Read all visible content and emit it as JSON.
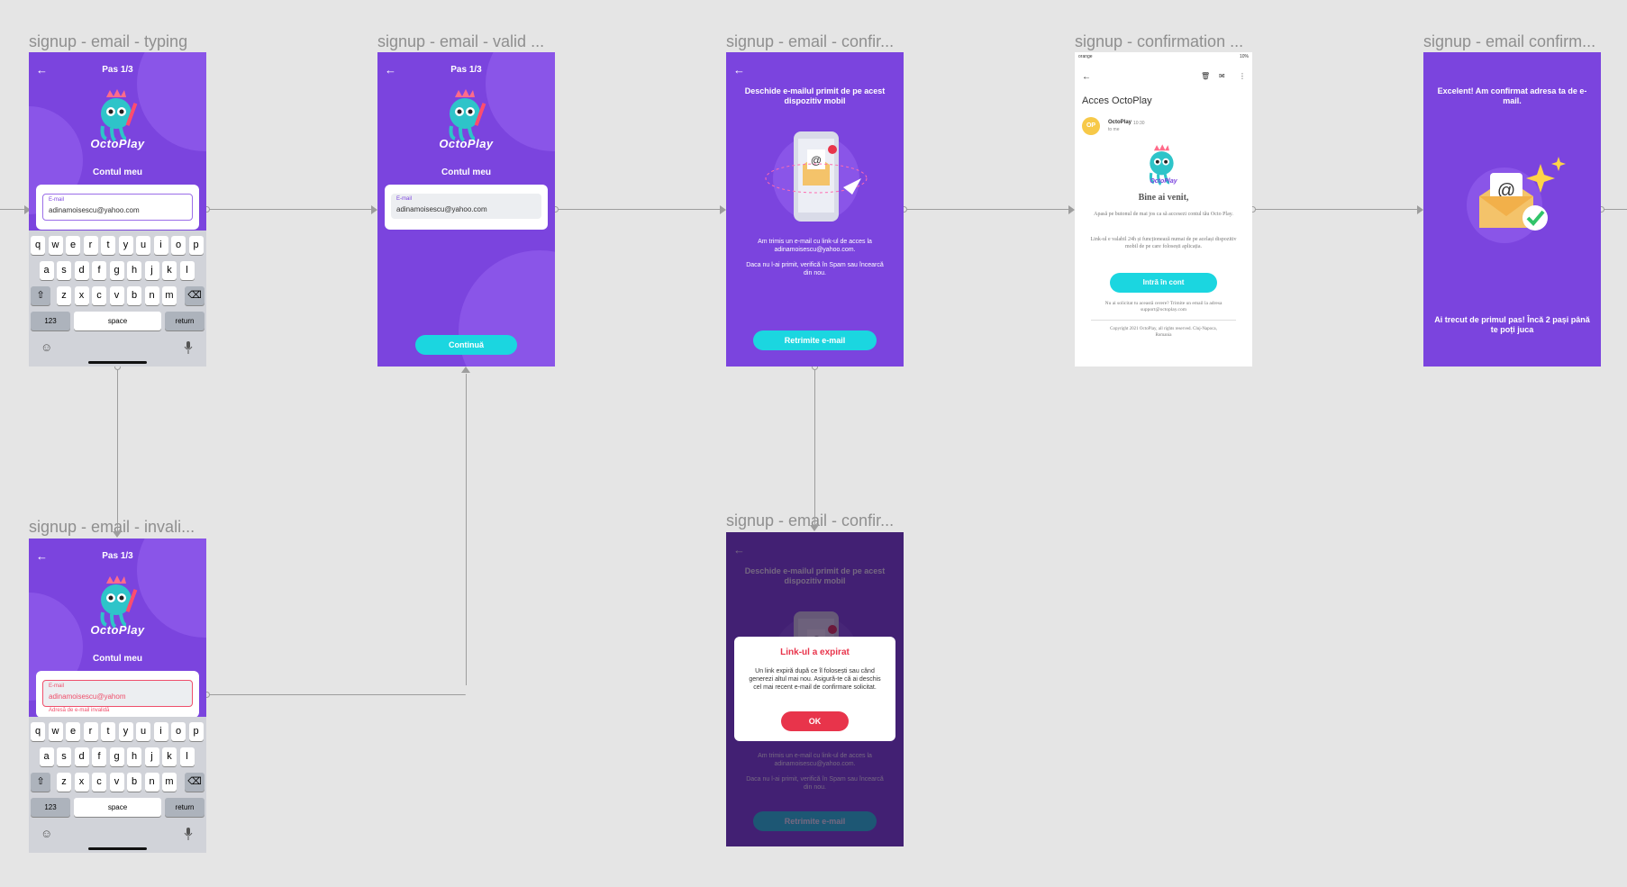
{
  "frames": {
    "typing": "signup - email - typing",
    "valid": "signup - email - valid ...",
    "confirm1": "signup - email - confir...",
    "confirmation": "signup - confirmation ...",
    "confirmed": "signup - email confirm...",
    "invalid": "signup - email - invali...",
    "confirm2": "signup - email - confir..."
  },
  "signup": {
    "step": "Pas 1/3",
    "logo": "OctoPlay",
    "section": "Contul meu",
    "email_label": "E-mail",
    "email_value": "adinamoisescu@yahoo.com",
    "email_invalid_value": "adinamoisescu@yahom",
    "error": "Adresă de e-mail invalidă",
    "continue": "Continuă"
  },
  "keyboard": {
    "row1": [
      "q",
      "w",
      "e",
      "r",
      "t",
      "y",
      "u",
      "i",
      "o",
      "p"
    ],
    "row2": [
      "a",
      "s",
      "d",
      "f",
      "g",
      "h",
      "j",
      "k",
      "l"
    ],
    "row3": [
      "z",
      "x",
      "c",
      "v",
      "b",
      "n",
      "m"
    ],
    "num": "123",
    "space": "space",
    "return": "return"
  },
  "confirm": {
    "headline": "Deschide e-mailul primit de pe acest dispozitiv mobil",
    "sent": "Am trimis un e-mail cu link-ul de acces la adinamoisescu@yahoo.com.",
    "spam": "Daca nu l-ai primit, verifică în Spam sau încearcă din nou.",
    "resend": "Retrimite e-mail"
  },
  "modal": {
    "title": "Link-ul a expirat",
    "body": "Un link expiră după ce îl folosești sau când generezi altul mai nou. Asigură-te că ai deschis cel mai recent e-mail de confirmare solicitat.",
    "ok": "OK"
  },
  "email": {
    "subject": "Acces OctoPlay",
    "avatar": "OP",
    "sender": "OctoPlay",
    "time": "10:30",
    "to": "to me",
    "welcome": "Bine ai venit,",
    "p1": "Apasă pe butonul de mai jos ca să accesezi contul tău Octo Play.",
    "p2": "Link-ul e valabil 24h și funcționează numai de pe același dispozitiv mobil de pe care folosești aplicația.",
    "cta": "Intră în cont",
    "p3": "Nu ai solicitat tu această cerere? Trimite un email la adresa support@octoplay.com",
    "footer": "Copyright 2021 OctoPlay, all rights reserved. Cluj-Napoca, Romania",
    "status_left": "orange",
    "status_right": "10%"
  },
  "confirmed": {
    "headline": "Excelent! Am confirmat adresa ta de e-mail.",
    "next": "Ai trecut de primul pas! Încă 2 pași până te poți juca"
  },
  "colors": {
    "purple": "#7b44de",
    "cyan": "#1bd6e0",
    "red": "#e8344b",
    "canvas": "#e5e5e5"
  }
}
